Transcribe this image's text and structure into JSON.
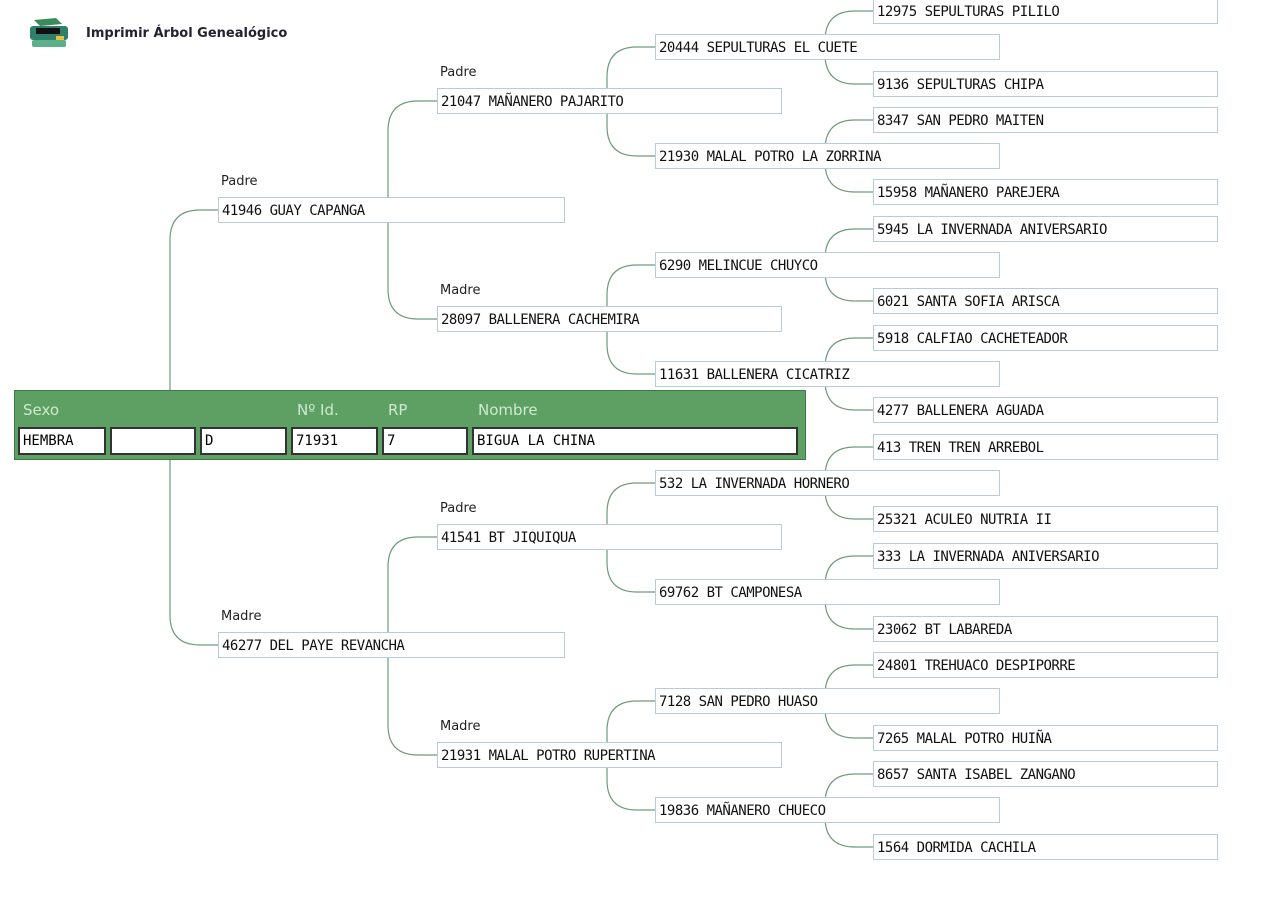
{
  "header": {
    "title": "Imprimir Árbol Genealógico",
    "icon": "printer-icon"
  },
  "animal": {
    "headers": {
      "sexo": "Sexo",
      "id": "Nº Id.",
      "rp": "RP",
      "nombre": "Nombre"
    },
    "sexo": "HEMBRA",
    "field2": "",
    "field3": "D",
    "id": "71931",
    "rp": "7",
    "nombre": "BIGUA LA CHINA"
  },
  "labels": {
    "padre": "Padre",
    "madre": "Madre"
  },
  "gen1": [
    "41946 GUAY CAPANGA",
    "46277 DEL PAYE REVANCHA"
  ],
  "gen2": [
    "21047 MAÑANERO PAJARITO",
    "28097 BALLENERA CACHEMIRA",
    "41541 BT JIQUIQUA",
    "21931 MALAL POTRO RUPERTINA"
  ],
  "gen3": [
    "20444 SEPULTURAS EL CUETE",
    "21930 MALAL POTRO LA ZORRINA",
    "6290 MELINCUE CHUYCO",
    "11631 BALLENERA CICATRIZ",
    "532 LA INVERNADA HORNERO",
    "69762 BT CAMPONESA",
    "7128 SAN PEDRO HUASO",
    "19836 MAÑANERO CHUECO"
  ],
  "gen4": [
    "12975 SEPULTURAS PILILO",
    "9136 SEPULTURAS CHIPA",
    "8347 SAN PEDRO MAITEN",
    "15958 MAÑANERO PAREJERA",
    "5945 LA INVERNADA ANIVERSARIO",
    "6021 SANTA SOFIA ARISCA",
    "5918 CALFIAO CACHETEADOR",
    "4277 BALLENERA AGUADA",
    "413 TREN TREN ARREBOL",
    "25321 ACULEO NUTRIA II",
    "333 LA INVERNADA ANIVERSARIO",
    "23062 BT LABAREDA",
    "24801 TREHUACO DESPIPORRE",
    "7265 MALAL POTRO HUIÑA",
    "8657 SANTA ISABEL ZANGANO",
    "1564 DORMIDA CACHILA"
  ]
}
